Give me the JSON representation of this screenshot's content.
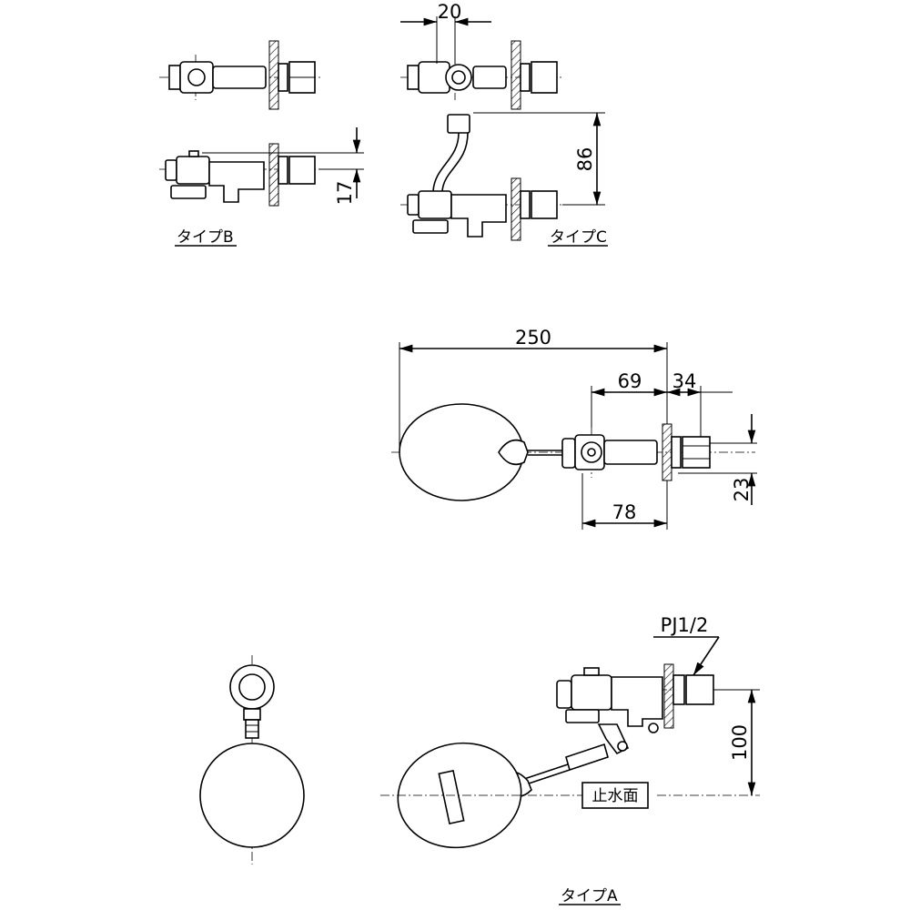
{
  "labels": {
    "type_a": "タイプA",
    "type_b": "タイプB",
    "type_c": "タイプC",
    "thread": "PJ1/2",
    "water_level": "止水面"
  },
  "dimensions": {
    "d20": "20",
    "d86": "86",
    "d17": "17",
    "d250": "250",
    "d69": "69",
    "d34": "34",
    "d23": "23",
    "d78": "78",
    "d100": "100"
  }
}
